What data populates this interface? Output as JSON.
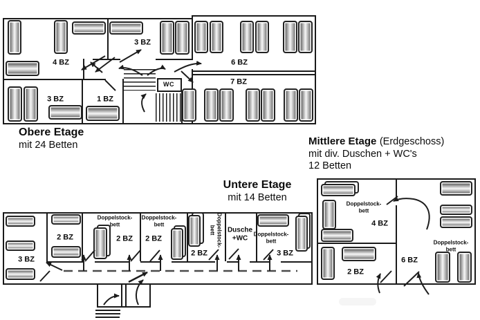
{
  "diagram": {
    "obere": {
      "title": "Obere Etage",
      "subtitle": "mit 24 Betten",
      "labels": {
        "bz4": "4 BZ",
        "bz3_top": "3 BZ",
        "bz3_left": "3 BZ",
        "bz1": "1 BZ",
        "bz6": "6 BZ",
        "bz7": "7 BZ",
        "wc": "WC"
      }
    },
    "untere": {
      "title": "Untere Etage",
      "subtitle": "mit 14 Betten",
      "labels": {
        "bz3_left": "3 BZ",
        "bz2_a": "2 BZ",
        "bunk_a": "Doppelstock-\nbett",
        "bz2_b": "2 BZ",
        "bunk_b": "Doppelstock-\nbett",
        "bz2_c": "2 BZ",
        "bunk_rot": "Doppelstock-\nbett",
        "bz2_d": "2 BZ",
        "dusche": "Dusche\n+WC",
        "bunk_c": "Doppelstock-\nbett",
        "bz3_right": "3 BZ"
      }
    },
    "mittlere": {
      "title": "Mittlere Etage",
      "title_note": "(Erdgeschoss)",
      "subtitle1": "mit div. Duschen + WC's",
      "subtitle2": "12 Betten",
      "labels": {
        "bunk_top": "Doppelstock-\nbett",
        "bz4": "4 BZ",
        "bz2": "2 BZ",
        "bz6": "6 BZ",
        "bunk_right": "Doppelstock-\nbett"
      }
    }
  }
}
